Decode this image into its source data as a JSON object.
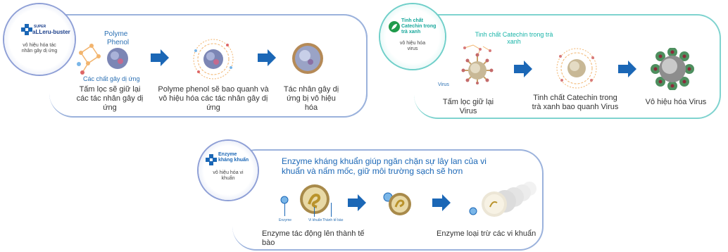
{
  "panel_allergy": {
    "brand_super": "SUPER",
    "brand_name": "aLLeru-buster",
    "badge_text": "vô hiệu hóa tác nhân gây dị ứng",
    "label_polyme": "Polyme",
    "label_phenol": "Phenol",
    "label_allergens": "Các chất gây dị ứng",
    "step1": "Tấm lọc sẽ giữ lại các tác nhân gây dị ứng",
    "step2": "Polyme phenol sẽ bao quanh và vô hiệu hóa các tác nhân gây dị ứng",
    "step3": "Tác nhân gây dị ứng bị vô hiệu hóa"
  },
  "panel_catechin": {
    "badge_title": "Tinh chất Catechin trong trà xanh",
    "badge_text": "vô hiệu hóa virus",
    "label_catechin": "Tinh chất Catechin trong trà xanh",
    "label_virus": "Virus",
    "step1": "Tấm lọc giữ lại Virus",
    "step2": "Tinh chất Catechin trong trà xanh bao quanh Virus",
    "step3": "Vô hiệu hóa Virus"
  },
  "panel_enzyme": {
    "badge_title": "Enzyme kháng khuẩn",
    "badge_text": "vô hiệu hóa vi khuẩn",
    "headline": "Enzyme kháng khuẩn giúp ngăn chặn sự lây lan của vi khuẩn và nấm mốc, giữ môi trường sạch sẽ hơn",
    "label_enzyme": "Enzyme",
    "label_bacteria": "Vi khuẩn",
    "label_cellwall": "Thành tế bào",
    "step1": "Enzyme tác động lên thành tế bào",
    "step2": "Enzyme loại trừ các vi khuẩn"
  },
  "colors": {
    "blue_panel": "#9bb2dc",
    "teal_panel": "#7fd3cf",
    "arrow_blue": "#1b67b6",
    "text_blue": "#2a6fb3",
    "text_green": "#18b4a8"
  }
}
